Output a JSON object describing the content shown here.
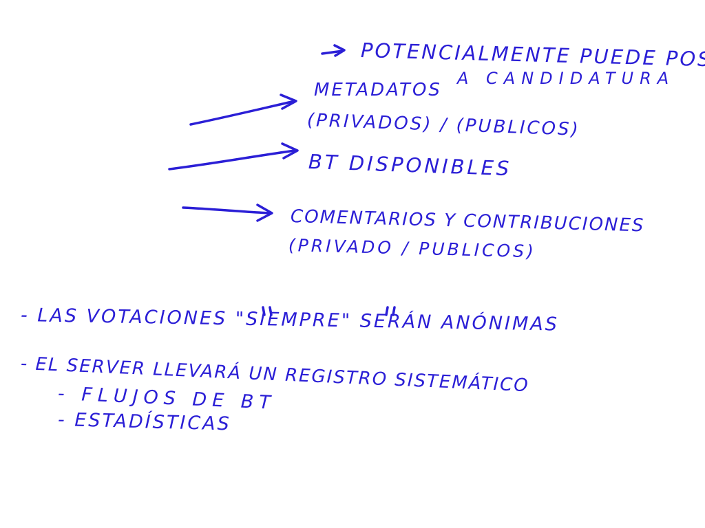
{
  "ink_color": "#2b1fd6",
  "background_color": "#ffffff",
  "notes": {
    "potentially_line1": "POTENCIALMENTE PUEDE POSTULAR",
    "potentially_line2": "A CANDIDATURA",
    "metadata_line1": "METADATOS",
    "metadata_line2": "(PRIVADOS) / (PUBLICOS)",
    "bt_available": "BT DISPONIBLES",
    "comments_line1": "COMENTARIOS Y CONTRIBUCIONES",
    "comments_line2": "(PRIVADO / PUBLICOS)",
    "votes": "- LAS VOTACIONES \"SIEMPRE\" SERÁN ANÓNIMAS",
    "server_line": "- EL SERVER LLEVARÁ UN REGISTRO SISTEMÁTICO",
    "flows": "- FLUJOS DE BT",
    "stats": "- ESTADÍSTICAS"
  }
}
